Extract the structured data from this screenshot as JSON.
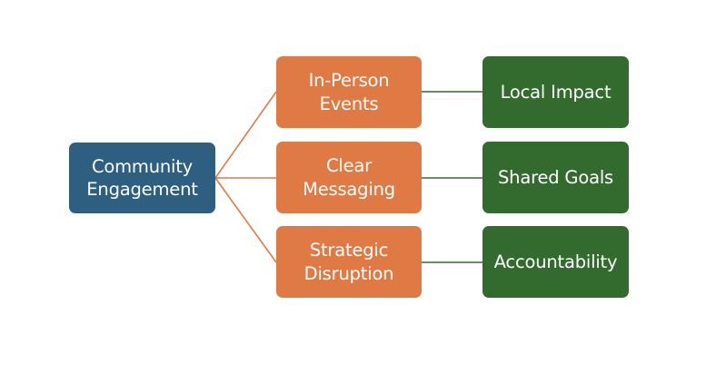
{
  "diagram": {
    "type": "tree",
    "root": {
      "label": "Community\nEngagement",
      "color": "#2E5E80"
    },
    "branches": [
      {
        "label": "In-Person\nEvents",
        "color": "#E07A44",
        "child": {
          "label": "Local Impact",
          "color": "#336B2F"
        }
      },
      {
        "label": "Clear\nMessaging",
        "color": "#E07A44",
        "child": {
          "label": "Shared Goals",
          "color": "#336B2F"
        }
      },
      {
        "label": "Strategic\nDisruption",
        "color": "#E07A44",
        "child": {
          "label": "Accountability",
          "color": "#336B2F"
        }
      }
    ],
    "connector_colors": {
      "root_to_branch": "#E07A44",
      "branch_to_child": "#336B2F"
    }
  }
}
